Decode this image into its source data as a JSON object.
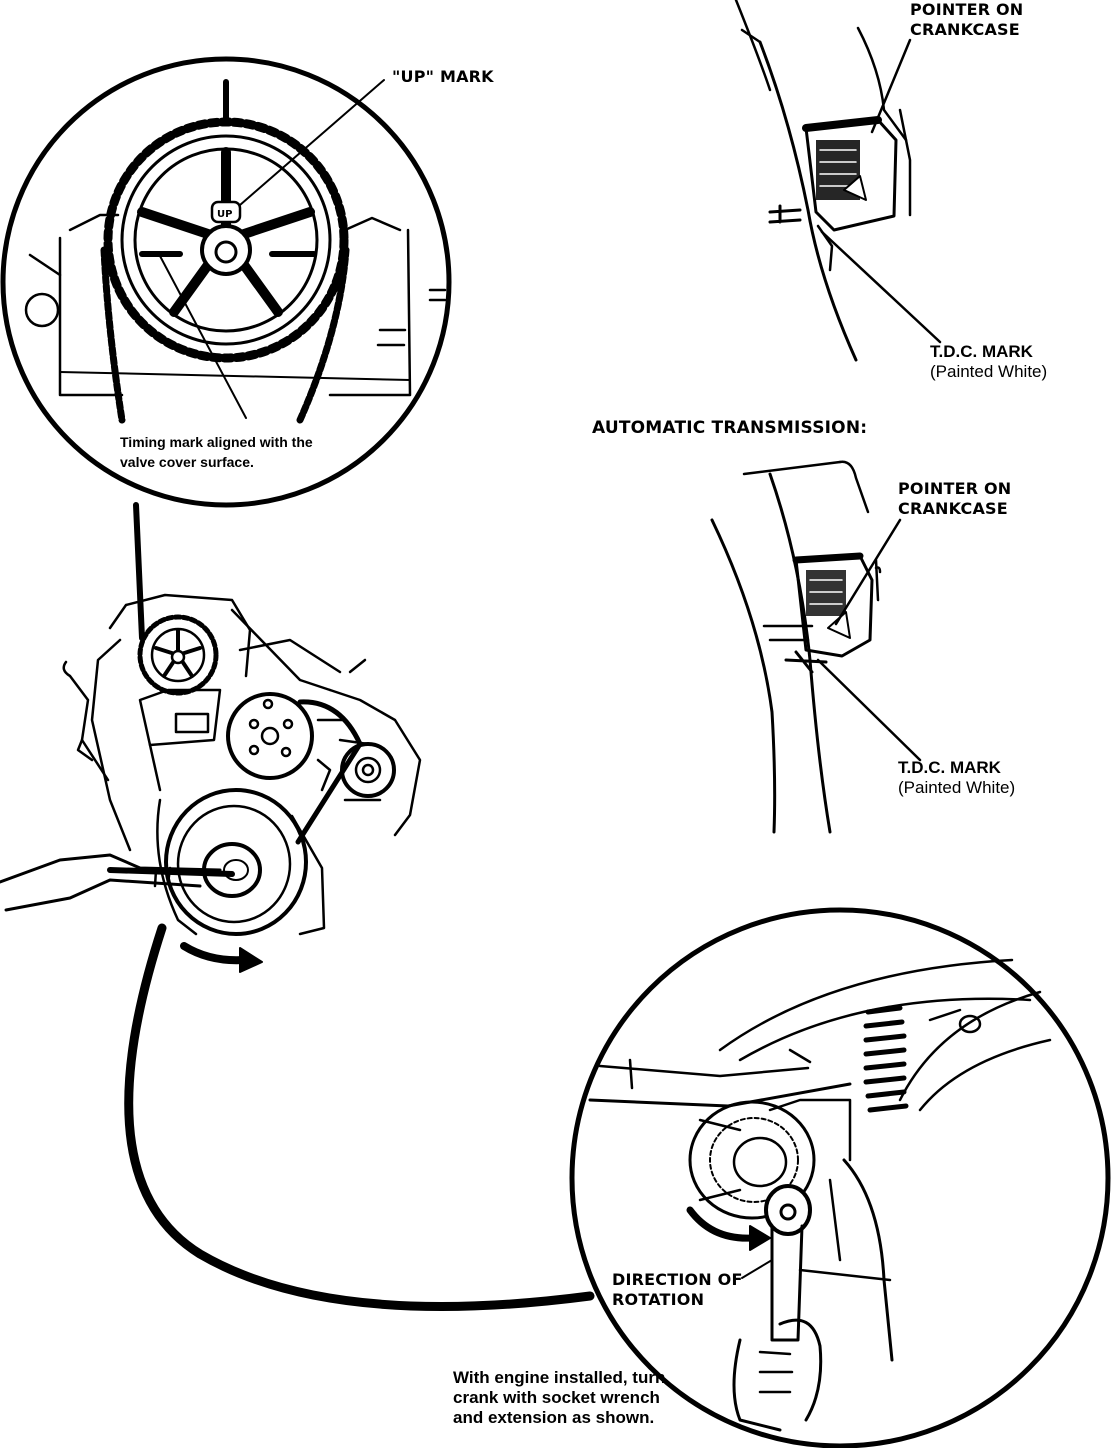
{
  "labels": {
    "up_mark": "\"UP\" MARK",
    "timing_line1": "Timing mark aligned with the",
    "timing_line2": "valve cover surface.",
    "mt_pointer_line1": "POINTER ON",
    "mt_pointer_line2": "CRANKCASE",
    "mt_tdc_line1": "T.D.C. MARK",
    "mt_tdc_line2": "(Painted White)",
    "automatic_heading": "AUTOMATIC TRANSMISSION:",
    "at_pointer_line1": "POINTER ON",
    "at_pointer_line2": "CRANKCASE",
    "at_tdc_line1": "T.D.C. MARK",
    "at_tdc_line2": "(Painted White)",
    "direction_line1": "DIRECTION OF",
    "direction_line2": "ROTATION",
    "install_line1": "With engine installed, turn",
    "install_line2": "crank with socket wrench",
    "install_line3": "and extension as shown."
  },
  "colors": {
    "ink": "#000000",
    "paper": "#ffffff"
  }
}
